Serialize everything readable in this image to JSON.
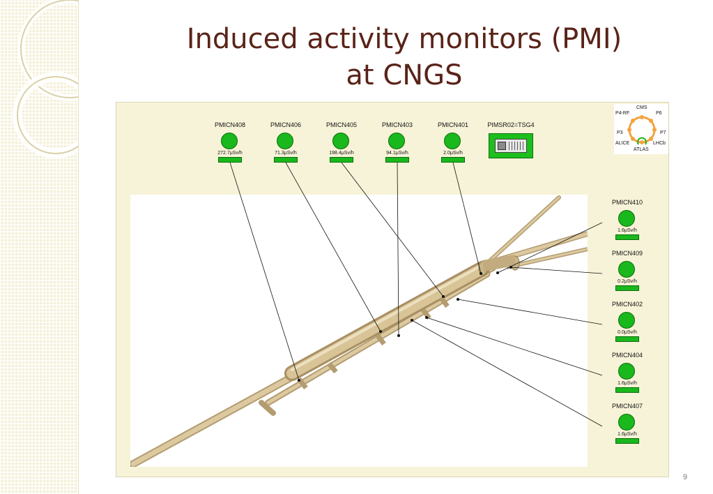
{
  "slide": {
    "title_line1": "Induced activity monitors (PMI)",
    "title_line2": "at CNGS",
    "page_number": "9"
  },
  "top_monitors": [
    {
      "name": "PMICN408",
      "dose": "272.7μSv/h",
      "status_color": "#19b81c"
    },
    {
      "name": "PMICN406",
      "dose": "71.3μSv/h",
      "status_color": "#19b81c"
    },
    {
      "name": "PMICN405",
      "dose": "198.4μSv/h",
      "status_color": "#19b81c"
    },
    {
      "name": "PMICN403",
      "dose": "94.1μSv/h",
      "status_color": "#19b81c"
    },
    {
      "name": "PMICN401",
      "dose": "2.0μSv/h",
      "status_color": "#19b81c"
    }
  ],
  "right_monitors": [
    {
      "name": "PMICN410",
      "dose": "1.6μSv/h",
      "status_color": "#19b81c"
    },
    {
      "name": "PMICN409",
      "dose": "0.2μSv/h",
      "status_color": "#19b81c"
    },
    {
      "name": "PMICN402",
      "dose": "0.0μSv/h",
      "status_color": "#19b81c"
    },
    {
      "name": "PMICN404",
      "dose": "1.6μSv/h",
      "status_color": "#19b81c"
    },
    {
      "name": "PMICN407",
      "dose": "1.6μSv/h",
      "status_color": "#19b81c"
    }
  ],
  "station": {
    "name": "PIMSR02=TSG4",
    "status_color": "#1cbf1c"
  },
  "ring_map": {
    "labels": {
      "cms": "CMS",
      "p4rf": "P4-RF",
      "p6": "P6",
      "p3": "P3",
      "p7": "P7",
      "alice": "ALICE",
      "lhcb": "LHCb",
      "atlas": "ATLAS"
    },
    "ring_color": "#f4a340"
  },
  "colors": {
    "title": "#5a2318",
    "tunnel": "#d7c49b",
    "ok_green": "#19b81c"
  }
}
